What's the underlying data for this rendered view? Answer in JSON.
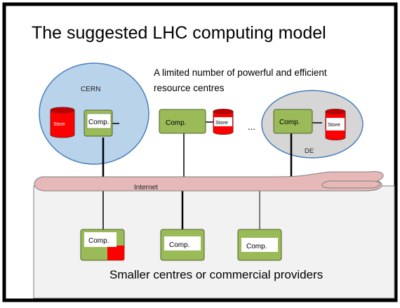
{
  "title": "The suggested LHC computing model",
  "subtitle_lines": [
    "A limited number of powerful and efficient",
    "resource centres"
  ],
  "cern_label": "CERN",
  "de_label": "DE",
  "internet_label": "Internet",
  "ellipsis": "...",
  "comp_label": "Comp.",
  "store_label": "Store",
  "bottom_caption": "Smaller centres or commercial providers",
  "colors": {
    "site_fill": "#b8d3ea",
    "site_fill_de": "#d6d6d6",
    "comp_fill": "#9bbb59",
    "store_fill": "#ff0000",
    "cloud_fill": "#e6b8b7",
    "bottom_panel": "#f2f2f2"
  }
}
